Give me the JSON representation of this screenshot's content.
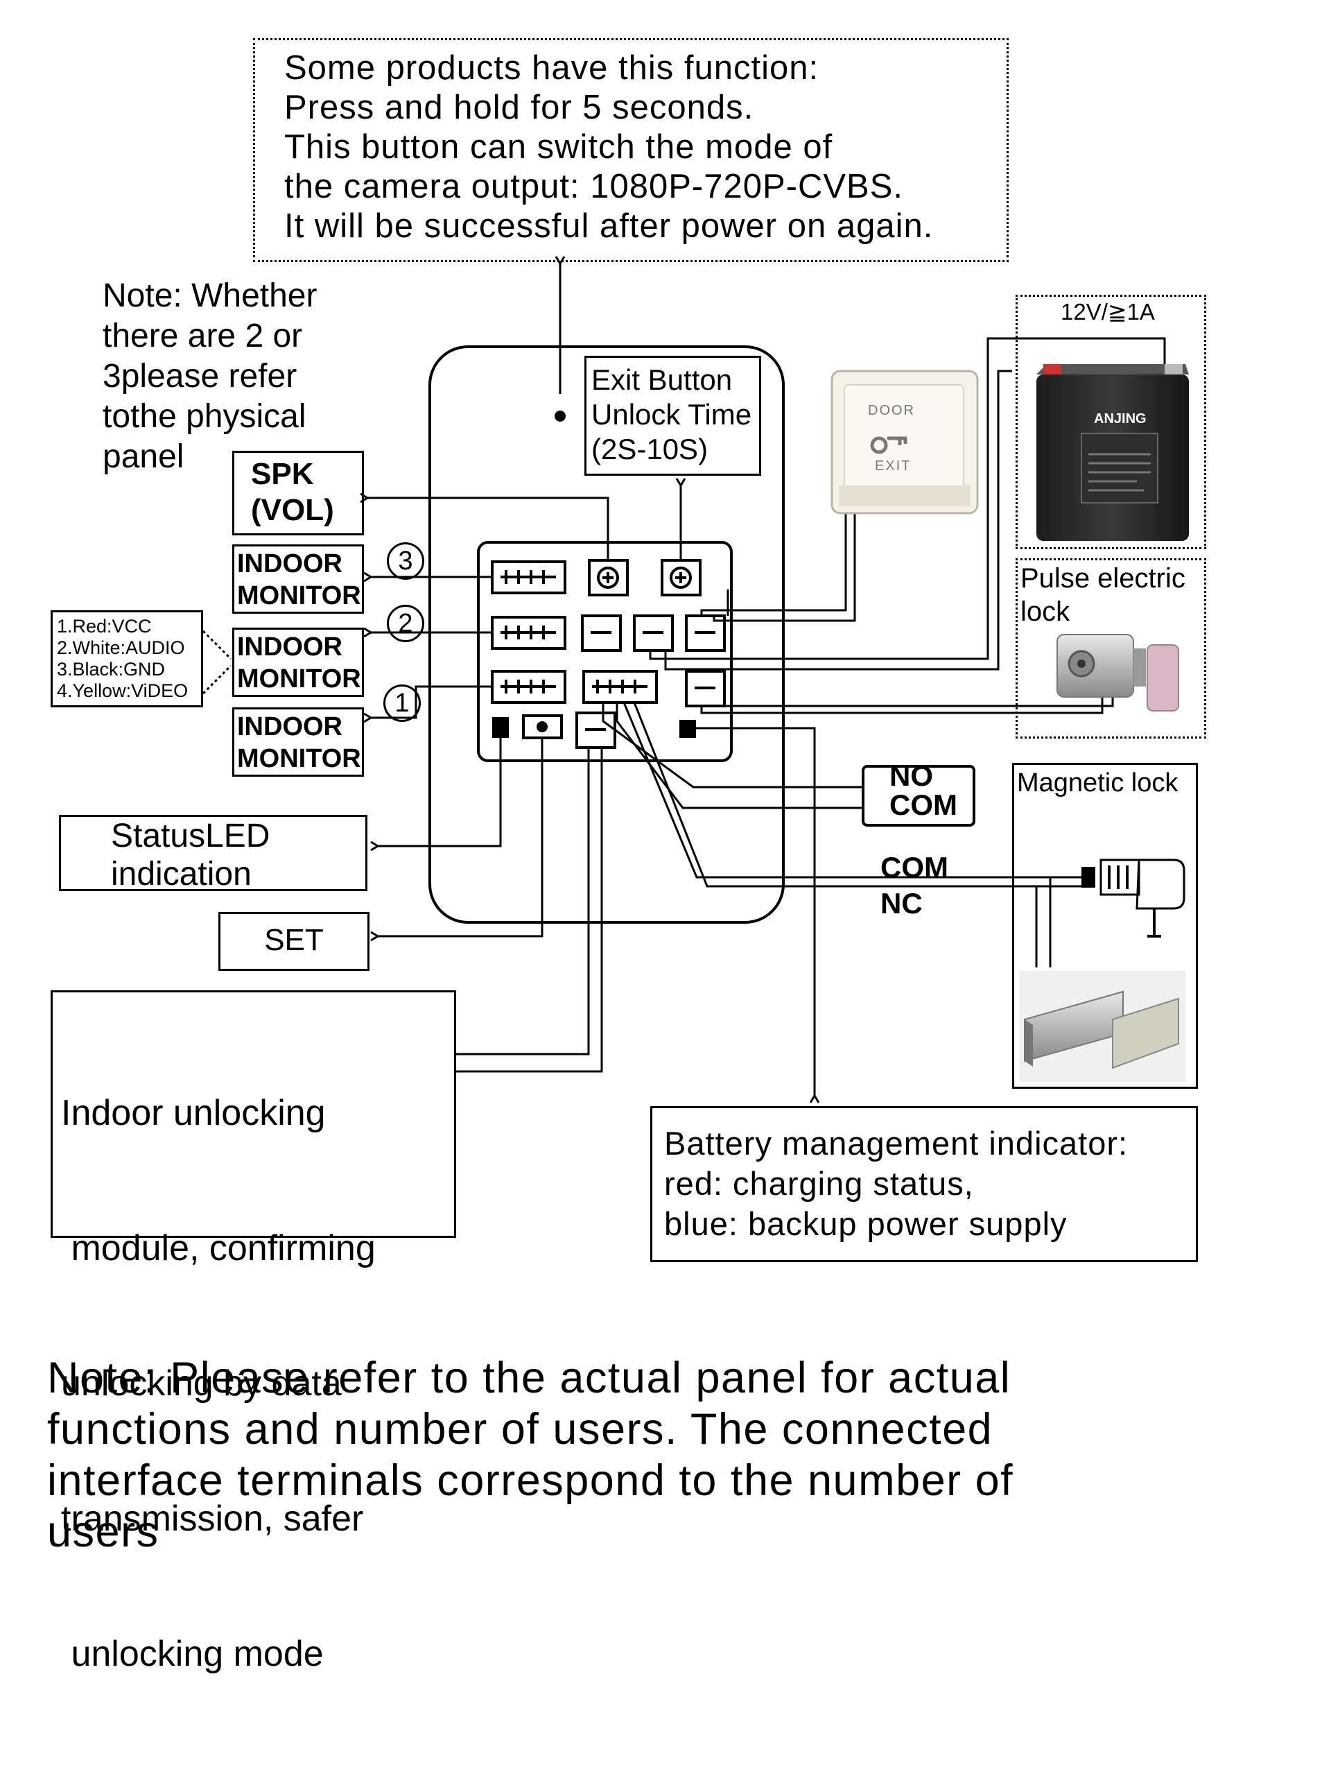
{
  "top_note": [
    "Some products have this function:",
    "Press and hold for 5 seconds.",
    "This button can switch the mode of",
    "the camera output: 1080P-720P-CVBS.",
    "It will be successful after power on again."
  ],
  "side_note": [
    "Note: Whether",
    "there are 2 or",
    "3please refer",
    "tothe physical",
    "panel"
  ],
  "exit_button_time": [
    "Exit Button",
    "Unlock Time",
    "(2S-10S)"
  ],
  "spk_vol": [
    "SPK",
    "(VOL)"
  ],
  "indoor_monitors": [
    {
      "number": "3",
      "line1": "INDOOR",
      "line2": "MONITOR"
    },
    {
      "number": "2",
      "line1": "INDOOR",
      "line2": "MONITOR"
    },
    {
      "number": "1",
      "line1": "INDOOR",
      "line2": "MONITOR"
    }
  ],
  "wire_legend": [
    "1.Red:VCC",
    "2.White:AUDIO",
    "3.Black:GND",
    "4.Yellow:ViDEO"
  ],
  "status_led": [
    "StatusLED",
    "indication"
  ],
  "set_label": "SET",
  "indoor_unlock": [
    "Indoor unlocking",
    " module, confirming",
    "unlocking by data",
    "transmission, safer",
    " unlocking mode"
  ],
  "power": "12V/≧1A",
  "battery_brand": "ANJING",
  "door_exit": {
    "top": "DOOR",
    "bottom": "EXIT"
  },
  "pulse_lock": [
    "Pulse electric",
    "lock"
  ],
  "no_com": [
    "NO",
    "COM"
  ],
  "com_nc": [
    "COM",
    "NC"
  ],
  "magnetic_lock": "Magnetic lock",
  "battery_mgmt": [
    "Battery management indicator:",
    "red: charging status,",
    "blue: backup power supply"
  ],
  "bottom_note": [
    "Note: Please refer to the actual panel for actual",
    "functions and number of users. The connected",
    "interface terminals correspond to the number of",
    "users"
  ],
  "colors": {
    "line": "#000000",
    "background": "#ffffff"
  }
}
